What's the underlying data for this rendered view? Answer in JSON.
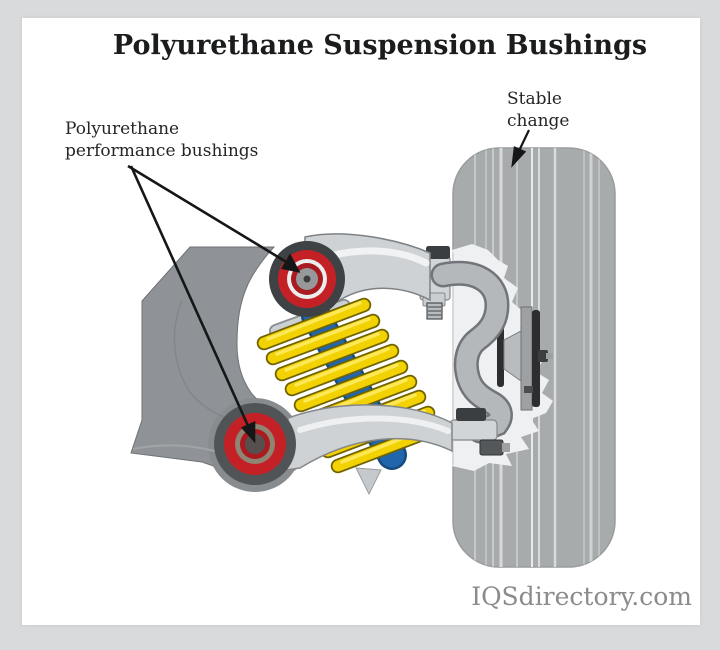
{
  "title": "Polyurethane Suspension Bushings",
  "labels": {
    "bushings": {
      "line1": "Polyurethane",
      "line2": "performance bushings"
    },
    "tire": {
      "line1": "Stable",
      "line2": "change"
    }
  },
  "watermark": "IQSdirectory.com",
  "colors": {
    "bushing_red": "#c42127",
    "bushing_red_dark": "#a91b21",
    "spring_yellow": "#f2d203",
    "spring_yellow_dark": "#6f6200",
    "spring_highlight": "#ffec66",
    "damper_blue": "#2066ad",
    "damper_blue_dark": "#174b7e",
    "tire_gray": "#a8abac",
    "bracket_gray": "#8f9296",
    "arm_gray": "#ced2d4",
    "background": "#d9dadb",
    "canvas": "#ffffff"
  },
  "diagram": {
    "parts": [
      "tire",
      "tire-tread",
      "steering-knuckle",
      "brake-disc",
      "chassis-bracket",
      "upper-control-arm",
      "lower-control-arm",
      "coil-spring",
      "shock-absorber",
      "upper-bushing",
      "lower-bushing",
      "mounting-bolts"
    ]
  }
}
